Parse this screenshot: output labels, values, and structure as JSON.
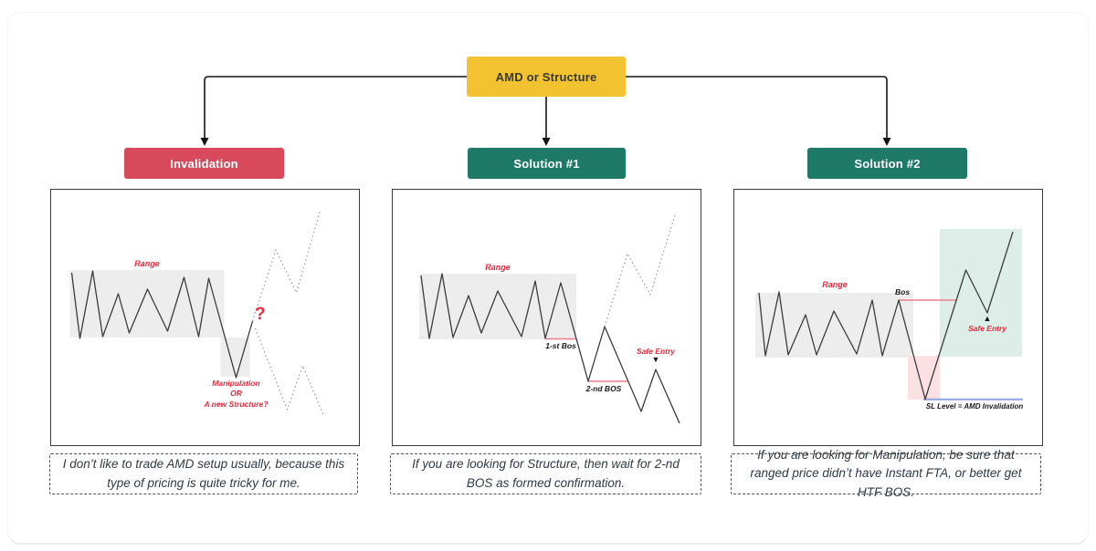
{
  "flowchart": {
    "root": {
      "label": "AMD or Structure"
    },
    "branches": [
      {
        "label": "Invalidation"
      },
      {
        "label": "Solution #1"
      },
      {
        "label": "Solution #2"
      }
    ]
  },
  "panels": [
    {
      "range_label": "Range",
      "manipulation_lines": [
        "Manipulation",
        "OR",
        "A new Structure?"
      ],
      "question_mark": "?"
    },
    {
      "range_label": "Range",
      "first_bos_label": "1-st Bos",
      "second_bos_label": "2-nd BOS",
      "safe_entry_label": "Safe Entry",
      "safe_entry_arrow": "▼"
    },
    {
      "range_label": "Range",
      "bos_label": "Bos",
      "safe_entry_label": "Safe Entry",
      "safe_entry_arrow": "▲",
      "sl_label": "SL Level = AMD Invalidation"
    }
  ],
  "captions": [
    {
      "text": "I don’t like to trade AMD setup usually, because this type of pricing is quite tricky for me."
    },
    {
      "text": "If you are looking for Structure, then wait for 2-nd BOS as formed confirmation."
    },
    {
      "text": "If you are looking for Manipulation, be sure that ranged price didn’t have Instant FTA, or better get HTF BOS."
    }
  ],
  "colors": {
    "root_node": "#f2c230",
    "invalidation_node": "#d84a5b",
    "solution_node": "#1e7a66",
    "annotation_red": "#e5293e",
    "bos_line_pink": "#ef7d88",
    "sl_line_blue": "#95a7e0",
    "range_zone_gray": "#ededed",
    "safe_entry_zone_mint": "#ddeee8",
    "manipulation_zone_pink": "#fce1e4",
    "price_line": "#3c3c3c",
    "dotted_line": "#9b9b9b",
    "caption_text": "#2e3a46"
  }
}
